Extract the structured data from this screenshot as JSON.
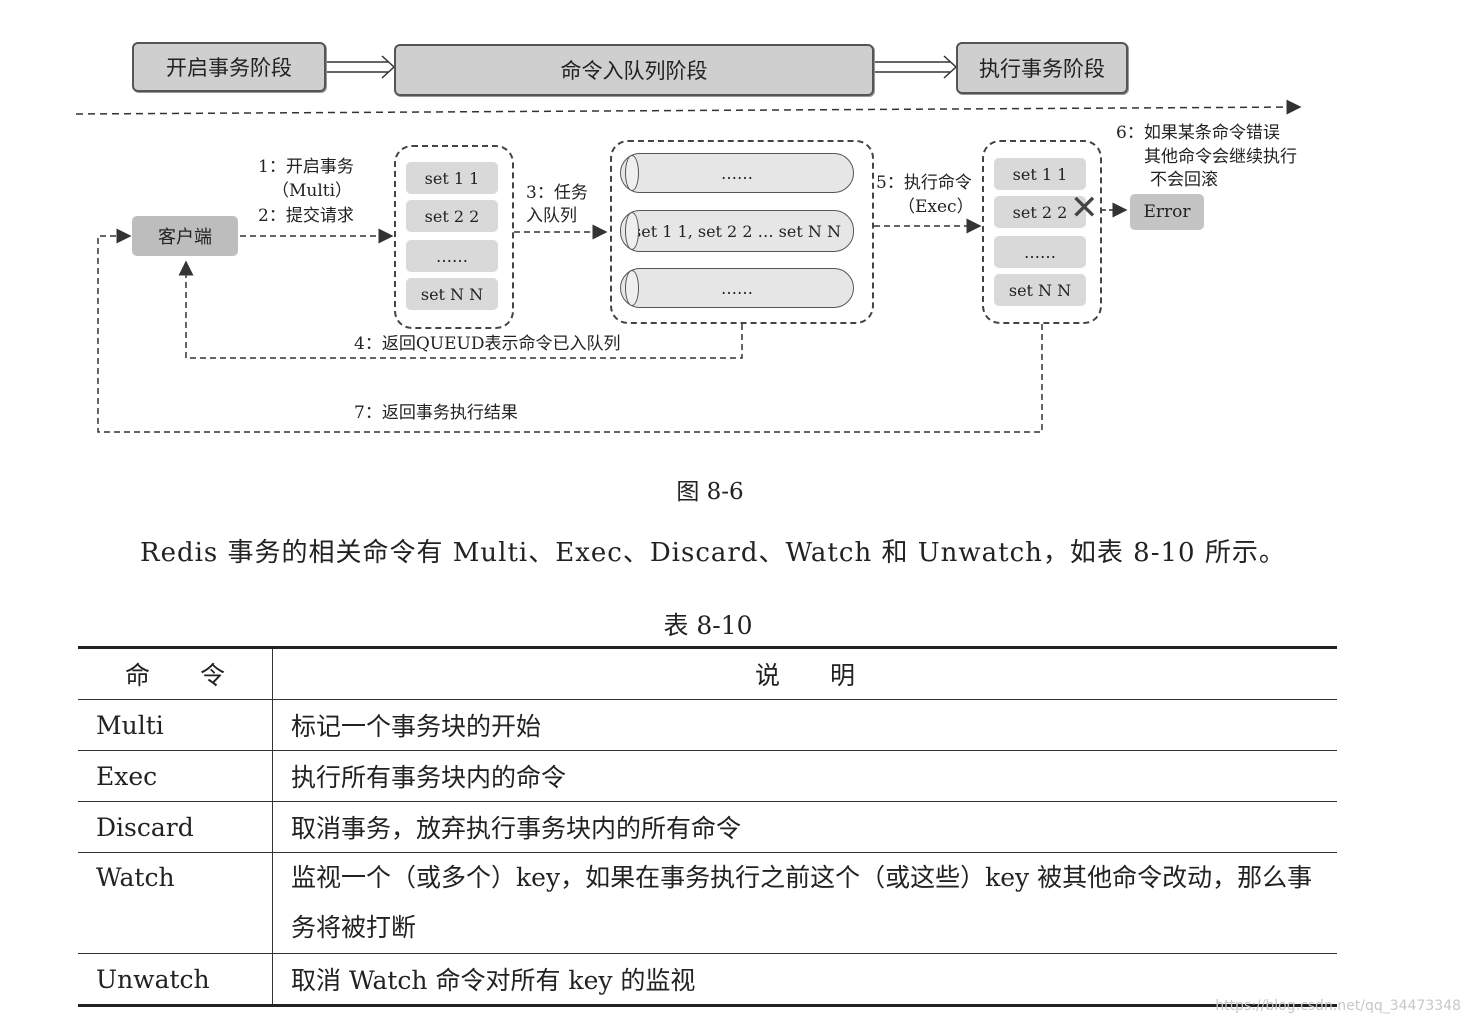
{
  "diagram": {
    "phases": [
      "开启事务阶段",
      "命令入队列阶段",
      "执行事务阶段"
    ],
    "client_label": "客户端",
    "step1_line1": "1：开启事务",
    "step1_line2": "（Multi）",
    "step2": "2：提交请求",
    "step3_line1": "3：任务",
    "step3_line2": "入队列",
    "step4": "4：返回QUEUD表示命令已入队列",
    "step5_line1": "5：执行命令",
    "step5_line2": "（Exec）",
    "step6_line1": "6：如果某条命令错误",
    "step6_line2": "其他命令会继续执行",
    "step6_line3": "不会回滚",
    "step7": "7：返回事务执行结果",
    "submitted_commands": [
      "set 1 1",
      "set 2 2",
      "……",
      "set N N"
    ],
    "queue_items": [
      "……",
      "set 1 1, set 2 2 … set N  N",
      "……"
    ],
    "exec_commands": [
      "set 1 1",
      "set 2 2",
      "……",
      "set N N"
    ],
    "error_label": "Error",
    "x_mark": "✕"
  },
  "figure_caption": "图 8-6",
  "intro_text": "Redis 事务的相关命令有 Multi、Exec、Discard、Watch 和 Unwatch，如表 8-10 所示。",
  "table": {
    "title": "表 8-10",
    "headers": [
      "命　　令",
      "说　　明"
    ],
    "rows": [
      {
        "command": "Multi",
        "description": "标记一个事务块的开始"
      },
      {
        "command": "Exec",
        "description": "执行所有事务块内的命令"
      },
      {
        "command": "Discard",
        "description": "取消事务，放弃执行事务块内的所有命令"
      },
      {
        "command": "Watch",
        "description": "监视一个（或多个）key，如果在事务执行之前这个（或这些）key 被其他命令改动，那么事务将被打断"
      },
      {
        "command": "Unwatch",
        "description": "取消 Watch 命令对所有 key 的监视"
      }
    ]
  },
  "watermark": "https://blog.csdn.net/qq_34473348"
}
